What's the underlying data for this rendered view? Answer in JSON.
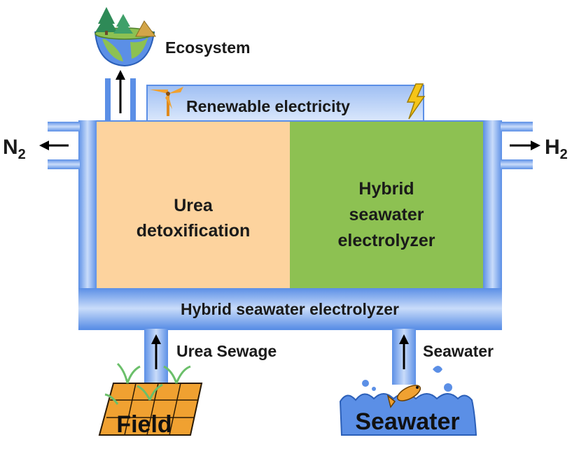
{
  "labels": {
    "ecosystem": "Ecosystem",
    "renewable": "Renewable electricity",
    "n2_base": "N",
    "n2_sub": "2",
    "h2_base": "H",
    "h2_sub": "2",
    "urea_line1": "Urea",
    "urea_line2": "detoxification",
    "hybrid_line1": "Hybrid",
    "hybrid_line2": "seawater",
    "hybrid_line3": "electrolyzer",
    "bottom_bar": "Hybrid seawater electrolyzer",
    "urea_sewage": "Urea Sewage",
    "seawater_input": "Seawater",
    "field": "Field",
    "seawater_source": "Seawater"
  },
  "colors": {
    "pipe_blue": "#5b8fe6",
    "pipe_light": "#c9dcfa",
    "urea_fill": "#fdd39e",
    "hybrid_fill": "#8dc152",
    "field_fill": "#f0a131",
    "sea_fill": "#5b8fe6",
    "arrow": "#000000"
  }
}
